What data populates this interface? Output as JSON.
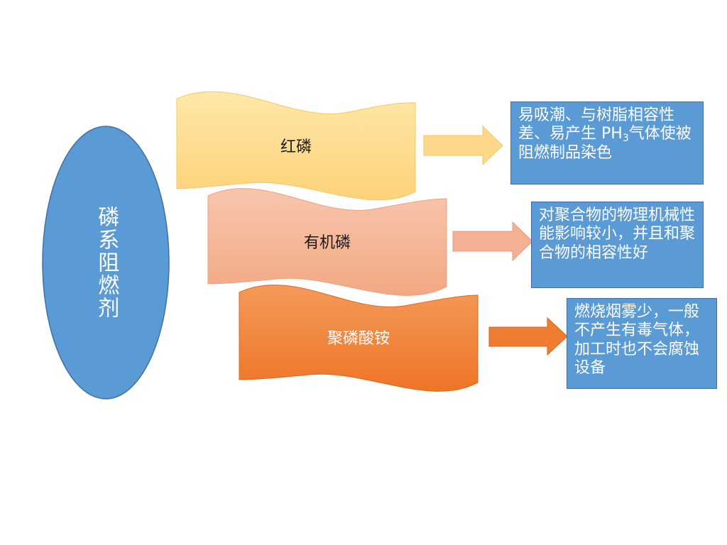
{
  "main": {
    "title": "磷系阻燃剂",
    "items": [
      {
        "label": "红磷",
        "color": "#fdd78a",
        "arrow_color": "#fdd78a"
      },
      {
        "label": "有机磷",
        "color": "#f4b093",
        "arrow_color": "#f4b093"
      },
      {
        "label": "聚磷酸铵",
        "color": "#f07f32",
        "arrow_color": "#ee7d31"
      }
    ],
    "descriptions": [
      {
        "pre": "易吸潮、与树脂相容性差、易产生 PH",
        "sub": "3",
        "post": "气体使被阻燃制品染色"
      },
      {
        "pre": "对聚合物的物理机械性能影响较小，并且和聚合物的相容性好",
        "sub": "",
        "post": ""
      },
      {
        "pre": "燃烧烟雾少，一般不产生有毒气体，加工时也不会腐蚀设备",
        "sub": "",
        "post": ""
      }
    ]
  },
  "colors": {
    "ellipse": "#5b9bd5",
    "ellipse_border": "#41719c",
    "box": "#5b9bd5",
    "box_border": "#41719c"
  }
}
